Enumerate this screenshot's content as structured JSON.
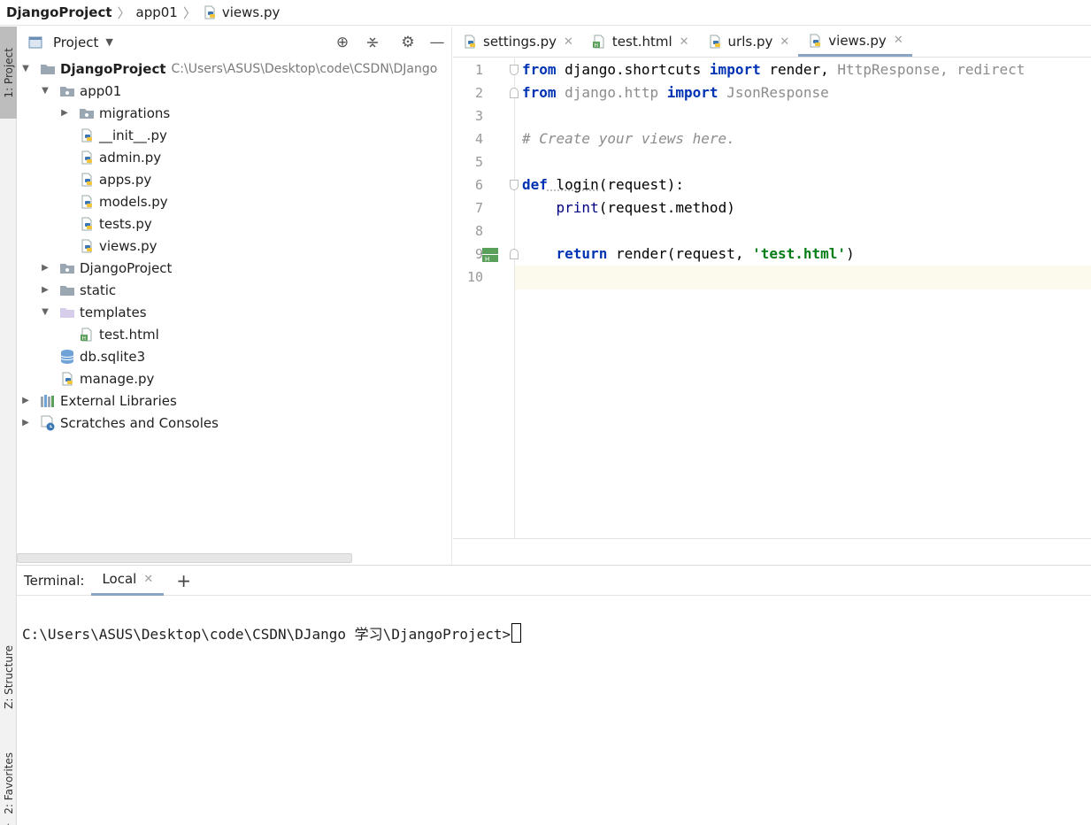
{
  "breadcrumb": {
    "project": "DjangoProject",
    "folder": "app01",
    "file": "views.py"
  },
  "left_strip": {
    "project_tab": "1: Project",
    "structure_tab": "Z: Structure",
    "favorites_tab": "2: Favorites"
  },
  "project_panel": {
    "title": "Project",
    "tree": [
      {
        "label": "DjangoProject",
        "path": "C:\\Users\\ASUS\\Desktop\\code\\CSDN\\DJango",
        "icon": "folder-icon",
        "expanded": true
      },
      {
        "label": "app01",
        "icon": "folder-icon",
        "expanded": true
      },
      {
        "label": "migrations",
        "icon": "folder-icon",
        "expanded": false
      },
      {
        "label": "__init__.py",
        "icon": "python-file-icon"
      },
      {
        "label": "admin.py",
        "icon": "python-file-icon"
      },
      {
        "label": "apps.py",
        "icon": "python-file-icon"
      },
      {
        "label": "models.py",
        "icon": "python-file-icon"
      },
      {
        "label": "tests.py",
        "icon": "python-file-icon"
      },
      {
        "label": "views.py",
        "icon": "python-file-icon"
      },
      {
        "label": "DjangoProject",
        "icon": "folder-icon",
        "expanded": false
      },
      {
        "label": "static",
        "icon": "folder-icon",
        "expanded": false
      },
      {
        "label": "templates",
        "icon": "folder-icon",
        "expanded": true
      },
      {
        "label": "test.html",
        "icon": "html-file-icon"
      },
      {
        "label": "db.sqlite3",
        "icon": "database-icon"
      },
      {
        "label": "manage.py",
        "icon": "python-file-icon"
      },
      {
        "label": "External Libraries",
        "icon": "library-icon",
        "expanded": false
      },
      {
        "label": "Scratches and Consoles",
        "icon": "scratches-icon",
        "expanded": false
      }
    ]
  },
  "editor": {
    "tabs": [
      {
        "label": "settings.py",
        "icon": "python-file-icon",
        "active": false
      },
      {
        "label": "test.html",
        "icon": "html-file-icon",
        "active": false
      },
      {
        "label": "urls.py",
        "icon": "python-file-icon",
        "active": false
      },
      {
        "label": "views.py",
        "icon": "python-file-icon",
        "active": true
      }
    ],
    "line_numbers": [
      "1",
      "2",
      "3",
      "4",
      "5",
      "6",
      "7",
      "8",
      "9",
      "10"
    ],
    "code": {
      "l1": {
        "kw1": "from",
        "mod": " django.shortcuts ",
        "kw2": "import",
        "a": " render, ",
        "b": "HttpResponse",
        "c": ", ",
        "d": "redirect"
      },
      "l2": {
        "kw1": "from",
        "mod": " django.http ",
        "kw2": "import",
        "a": " JsonResponse"
      },
      "l4": {
        "comment": "# Create your views here."
      },
      "l6": {
        "kw": "def",
        "name": " login",
        "rest": "(request):"
      },
      "l7": {
        "indent": "    ",
        "fn": "print",
        "rest": "(request.method)"
      },
      "l9": {
        "indent": "    ",
        "kw": "return",
        "a": " render(request, ",
        "str": "'test.html'",
        "b": ")"
      }
    }
  },
  "terminal": {
    "label": "Terminal:",
    "tab": "Local",
    "add": "+",
    "prompt": "C:\\Users\\ASUS\\Desktop\\code\\CSDN\\DJango 学习\\DjangoProject>"
  }
}
